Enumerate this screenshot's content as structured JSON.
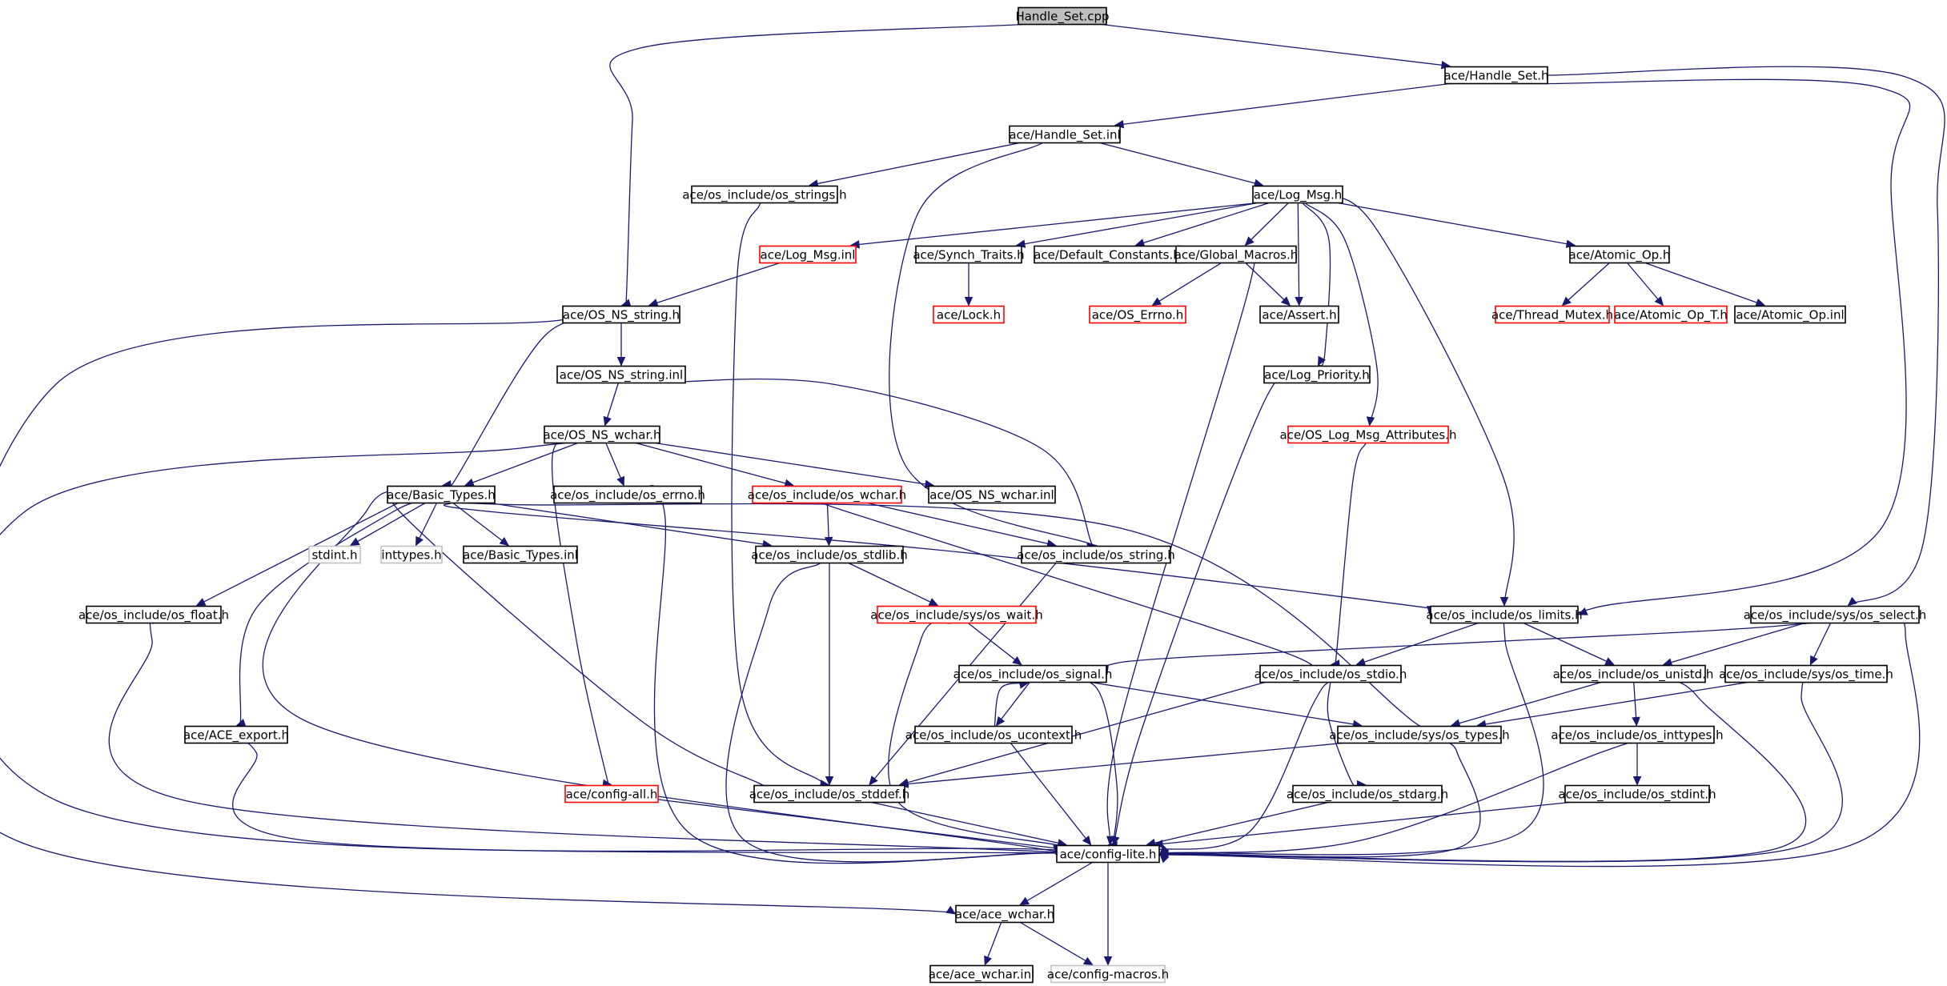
{
  "diagram": {
    "title": "",
    "edge_color": "#191970",
    "node_styles": {
      "root": {
        "fill": "#bfbfbf",
        "border": "#000000"
      },
      "normal": {
        "fill": "#ffffff",
        "border": "#000000"
      },
      "truncated": {
        "fill": "#ffffff",
        "border": "#ff0000"
      },
      "external": {
        "fill": "#ffffff",
        "border": "#c0c0c0"
      }
    },
    "nodes": [
      {
        "id": "handle_set_cpp",
        "label": "Handle_Set.cpp",
        "style": "root"
      },
      {
        "id": "handle_set_h",
        "label": "ace/Handle_Set.h",
        "style": "normal"
      },
      {
        "id": "handle_set_inl",
        "label": "ace/Handle_Set.inl",
        "style": "normal"
      },
      {
        "id": "os_strings_h",
        "label": "ace/os_include/os_strings.h",
        "style": "normal"
      },
      {
        "id": "log_msg_h",
        "label": "ace/Log_Msg.h",
        "style": "normal"
      },
      {
        "id": "log_msg_inl",
        "label": "ace/Log_Msg.inl",
        "style": "truncated"
      },
      {
        "id": "synch_traits_h",
        "label": "ace/Synch_Traits.h",
        "style": "normal"
      },
      {
        "id": "default_constants_h",
        "label": "ace/Default_Constants.h",
        "style": "normal"
      },
      {
        "id": "global_macros_h",
        "label": "ace/Global_Macros.h",
        "style": "normal"
      },
      {
        "id": "atomic_op_h",
        "label": "ace/Atomic_Op.h",
        "style": "normal"
      },
      {
        "id": "os_ns_string_h",
        "label": "ace/OS_NS_string.h",
        "style": "normal"
      },
      {
        "id": "lock_h",
        "label": "ace/Lock.h",
        "style": "truncated"
      },
      {
        "id": "os_errno_h",
        "label": "ace/OS_Errno.h",
        "style": "truncated"
      },
      {
        "id": "assert_h",
        "label": "ace/Assert.h",
        "style": "normal"
      },
      {
        "id": "thread_mutex_h",
        "label": "ace/Thread_Mutex.h",
        "style": "truncated"
      },
      {
        "id": "atomic_op_t_h",
        "label": "ace/Atomic_Op_T.h",
        "style": "truncated"
      },
      {
        "id": "atomic_op_inl",
        "label": "ace/Atomic_Op.inl",
        "style": "normal"
      },
      {
        "id": "os_ns_string_inl",
        "label": "ace/OS_NS_string.inl",
        "style": "normal"
      },
      {
        "id": "log_priority_h",
        "label": "ace/Log_Priority.h",
        "style": "normal"
      },
      {
        "id": "os_ns_wchar_h",
        "label": "ace/OS_NS_wchar.h",
        "style": "normal"
      },
      {
        "id": "os_log_msg_attributes_h",
        "label": "ace/OS_Log_Msg_Attributes.h",
        "style": "truncated"
      },
      {
        "id": "basic_types_h",
        "label": "ace/Basic_Types.h",
        "style": "normal"
      },
      {
        "id": "os_errno_inc_h",
        "label": "ace/os_include/os_errno.h",
        "style": "normal"
      },
      {
        "id": "os_wchar_h",
        "label": "ace/os_include/os_wchar.h",
        "style": "truncated"
      },
      {
        "id": "os_ns_wchar_inl",
        "label": "ace/OS_NS_wchar.inl",
        "style": "normal"
      },
      {
        "id": "stdint_h",
        "label": "stdint.h",
        "style": "external"
      },
      {
        "id": "inttypes_h",
        "label": "inttypes.h",
        "style": "external"
      },
      {
        "id": "basic_types_inl",
        "label": "ace/Basic_Types.inl",
        "style": "normal"
      },
      {
        "id": "os_stdlib_h",
        "label": "ace/os_include/os_stdlib.h",
        "style": "normal"
      },
      {
        "id": "os_string_h",
        "label": "ace/os_include/os_string.h",
        "style": "normal"
      },
      {
        "id": "os_float_h",
        "label": "ace/os_include/os_float.h",
        "style": "normal"
      },
      {
        "id": "os_wait_h",
        "label": "ace/os_include/sys/os_wait.h",
        "style": "truncated"
      },
      {
        "id": "os_limits_h",
        "label": "ace/os_include/os_limits.h",
        "style": "normal"
      },
      {
        "id": "os_select_h",
        "label": "ace/os_include/sys/os_select.h",
        "style": "normal"
      },
      {
        "id": "os_signal_h",
        "label": "ace/os_include/os_signal.h",
        "style": "normal"
      },
      {
        "id": "os_stdio_h",
        "label": "ace/os_include/os_stdio.h",
        "style": "normal"
      },
      {
        "id": "os_unistd_h",
        "label": "ace/os_include/os_unistd.h",
        "style": "normal"
      },
      {
        "id": "os_time_h",
        "label": "ace/os_include/sys/os_time.h",
        "style": "normal"
      },
      {
        "id": "ace_export_h",
        "label": "ace/ACE_export.h",
        "style": "normal"
      },
      {
        "id": "os_ucontext_h",
        "label": "ace/os_include/os_ucontext.h",
        "style": "normal"
      },
      {
        "id": "os_types_h",
        "label": "ace/os_include/sys/os_types.h",
        "style": "normal"
      },
      {
        "id": "os_inttypes_h",
        "label": "ace/os_include/os_inttypes.h",
        "style": "normal"
      },
      {
        "id": "config_all_h",
        "label": "ace/config-all.h",
        "style": "truncated"
      },
      {
        "id": "os_stddef_h",
        "label": "ace/os_include/os_stddef.h",
        "style": "normal"
      },
      {
        "id": "os_stdarg_h",
        "label": "ace/os_include/os_stdarg.h",
        "style": "normal"
      },
      {
        "id": "os_stdint_h",
        "label": "ace/os_include/os_stdint.h",
        "style": "normal"
      },
      {
        "id": "config_lite_h",
        "label": "ace/config-lite.h",
        "style": "normal"
      },
      {
        "id": "ace_wchar_h",
        "label": "ace/ace_wchar.h",
        "style": "normal"
      },
      {
        "id": "ace_wchar_inl",
        "label": "ace/ace_wchar.inl",
        "style": "normal"
      },
      {
        "id": "config_macros_h",
        "label": "ace/config-macros.h",
        "style": "external"
      }
    ],
    "edges": [
      [
        "handle_set_cpp",
        "handle_set_h"
      ],
      [
        "handle_set_cpp",
        "os_ns_string_h"
      ],
      [
        "handle_set_h",
        "handle_set_inl"
      ],
      [
        "handle_set_h",
        "os_limits_h"
      ],
      [
        "handle_set_h",
        "os_select_h"
      ],
      [
        "handle_set_inl",
        "os_strings_h"
      ],
      [
        "handle_set_inl",
        "log_msg_h"
      ],
      [
        "handle_set_inl",
        "os_string_h"
      ],
      [
        "os_strings_h",
        "os_stddef_h"
      ],
      [
        "log_msg_h",
        "log_msg_inl"
      ],
      [
        "log_msg_h",
        "synch_traits_h"
      ],
      [
        "log_msg_h",
        "default_constants_h"
      ],
      [
        "log_msg_h",
        "global_macros_h"
      ],
      [
        "log_msg_h",
        "atomic_op_h"
      ],
      [
        "log_msg_h",
        "assert_h"
      ],
      [
        "log_msg_h",
        "log_priority_h"
      ],
      [
        "log_msg_h",
        "os_log_msg_attributes_h"
      ],
      [
        "log_msg_h",
        "os_limits_h"
      ],
      [
        "log_msg_inl",
        "os_ns_string_h"
      ],
      [
        "synch_traits_h",
        "lock_h"
      ],
      [
        "global_macros_h",
        "os_errno_h"
      ],
      [
        "global_macros_h",
        "assert_h"
      ],
      [
        "global_macros_h",
        "config_lite_h"
      ],
      [
        "atomic_op_h",
        "thread_mutex_h"
      ],
      [
        "atomic_op_h",
        "atomic_op_t_h"
      ],
      [
        "atomic_op_h",
        "atomic_op_inl"
      ],
      [
        "os_ns_string_h",
        "os_ns_string_inl"
      ],
      [
        "os_ns_string_h",
        "basic_types_h"
      ],
      [
        "os_ns_string_h",
        "config_lite_h"
      ],
      [
        "os_ns_string_inl",
        "os_ns_wchar_h"
      ],
      [
        "os_ns_string_inl",
        "os_string_h"
      ],
      [
        "log_priority_h",
        "config_lite_h"
      ],
      [
        "os_log_msg_attributes_h",
        "os_stdio_h"
      ],
      [
        "os_ns_wchar_h",
        "basic_types_h"
      ],
      [
        "os_ns_wchar_h",
        "os_errno_inc_h"
      ],
      [
        "os_ns_wchar_h",
        "os_wchar_h"
      ],
      [
        "os_ns_wchar_h",
        "os_ns_wchar_inl"
      ],
      [
        "os_ns_wchar_h",
        "config_all_h"
      ],
      [
        "os_ns_wchar_h",
        "ace_wchar_h"
      ],
      [
        "basic_types_h",
        "stdint_h"
      ],
      [
        "basic_types_h",
        "inttypes_h"
      ],
      [
        "basic_types_h",
        "basic_types_inl"
      ],
      [
        "basic_types_h",
        "os_stdlib_h"
      ],
      [
        "basic_types_h",
        "os_float_h"
      ],
      [
        "basic_types_h",
        "ace_export_h"
      ],
      [
        "basic_types_h",
        "os_limits_h"
      ],
      [
        "basic_types_h",
        "os_types_h"
      ],
      [
        "basic_types_h",
        "os_stddef_h"
      ],
      [
        "basic_types_h",
        "config_lite_h"
      ],
      [
        "os_errno_inc_h",
        "config_lite_h"
      ],
      [
        "os_wchar_h",
        "os_stdlib_h"
      ],
      [
        "os_wchar_h",
        "os_string_h"
      ],
      [
        "os_wchar_h",
        "os_stdio_h"
      ],
      [
        "os_stdlib_h",
        "os_wait_h"
      ],
      [
        "os_stdlib_h",
        "os_stddef_h"
      ],
      [
        "os_stdlib_h",
        "config_lite_h"
      ],
      [
        "os_string_h",
        "os_stddef_h"
      ],
      [
        "os_float_h",
        "config_lite_h"
      ],
      [
        "os_wait_h",
        "os_signal_h"
      ],
      [
        "os_wait_h",
        "config_lite_h"
      ],
      [
        "os_limits_h",
        "os_stdio_h"
      ],
      [
        "os_limits_h",
        "os_unistd_h"
      ],
      [
        "os_limits_h",
        "config_lite_h"
      ],
      [
        "os_select_h",
        "os_signal_h"
      ],
      [
        "os_select_h",
        "os_unistd_h"
      ],
      [
        "os_select_h",
        "os_time_h"
      ],
      [
        "os_select_h",
        "config_lite_h"
      ],
      [
        "os_signal_h",
        "os_ucontext_h"
      ],
      [
        "os_signal_h",
        "os_types_h"
      ],
      [
        "os_signal_h",
        "config_lite_h"
      ],
      [
        "os_ucontext_h",
        "os_signal_h"
      ],
      [
        "os_ucontext_h",
        "config_lite_h"
      ],
      [
        "os_stdio_h",
        "os_stddef_h"
      ],
      [
        "os_stdio_h",
        "os_stdarg_h"
      ],
      [
        "os_stdio_h",
        "config_lite_h"
      ],
      [
        "os_unistd_h",
        "os_types_h"
      ],
      [
        "os_unistd_h",
        "os_inttypes_h"
      ],
      [
        "os_unistd_h",
        "config_lite_h"
      ],
      [
        "os_time_h",
        "os_types_h"
      ],
      [
        "os_time_h",
        "config_lite_h"
      ],
      [
        "ace_export_h",
        "config_lite_h"
      ],
      [
        "os_types_h",
        "os_stddef_h"
      ],
      [
        "os_types_h",
        "config_lite_h"
      ],
      [
        "os_inttypes_h",
        "os_stdint_h"
      ],
      [
        "os_inttypes_h",
        "config_lite_h"
      ],
      [
        "config_all_h",
        "config_lite_h"
      ],
      [
        "os_stddef_h",
        "config_lite_h"
      ],
      [
        "os_stdarg_h",
        "config_lite_h"
      ],
      [
        "os_stdint_h",
        "config_lite_h"
      ],
      [
        "config_lite_h",
        "ace_wchar_h"
      ],
      [
        "config_lite_h",
        "config_macros_h"
      ],
      [
        "ace_wchar_h",
        "ace_wchar_inl"
      ],
      [
        "ace_wchar_h",
        "config_macros_h"
      ]
    ]
  }
}
